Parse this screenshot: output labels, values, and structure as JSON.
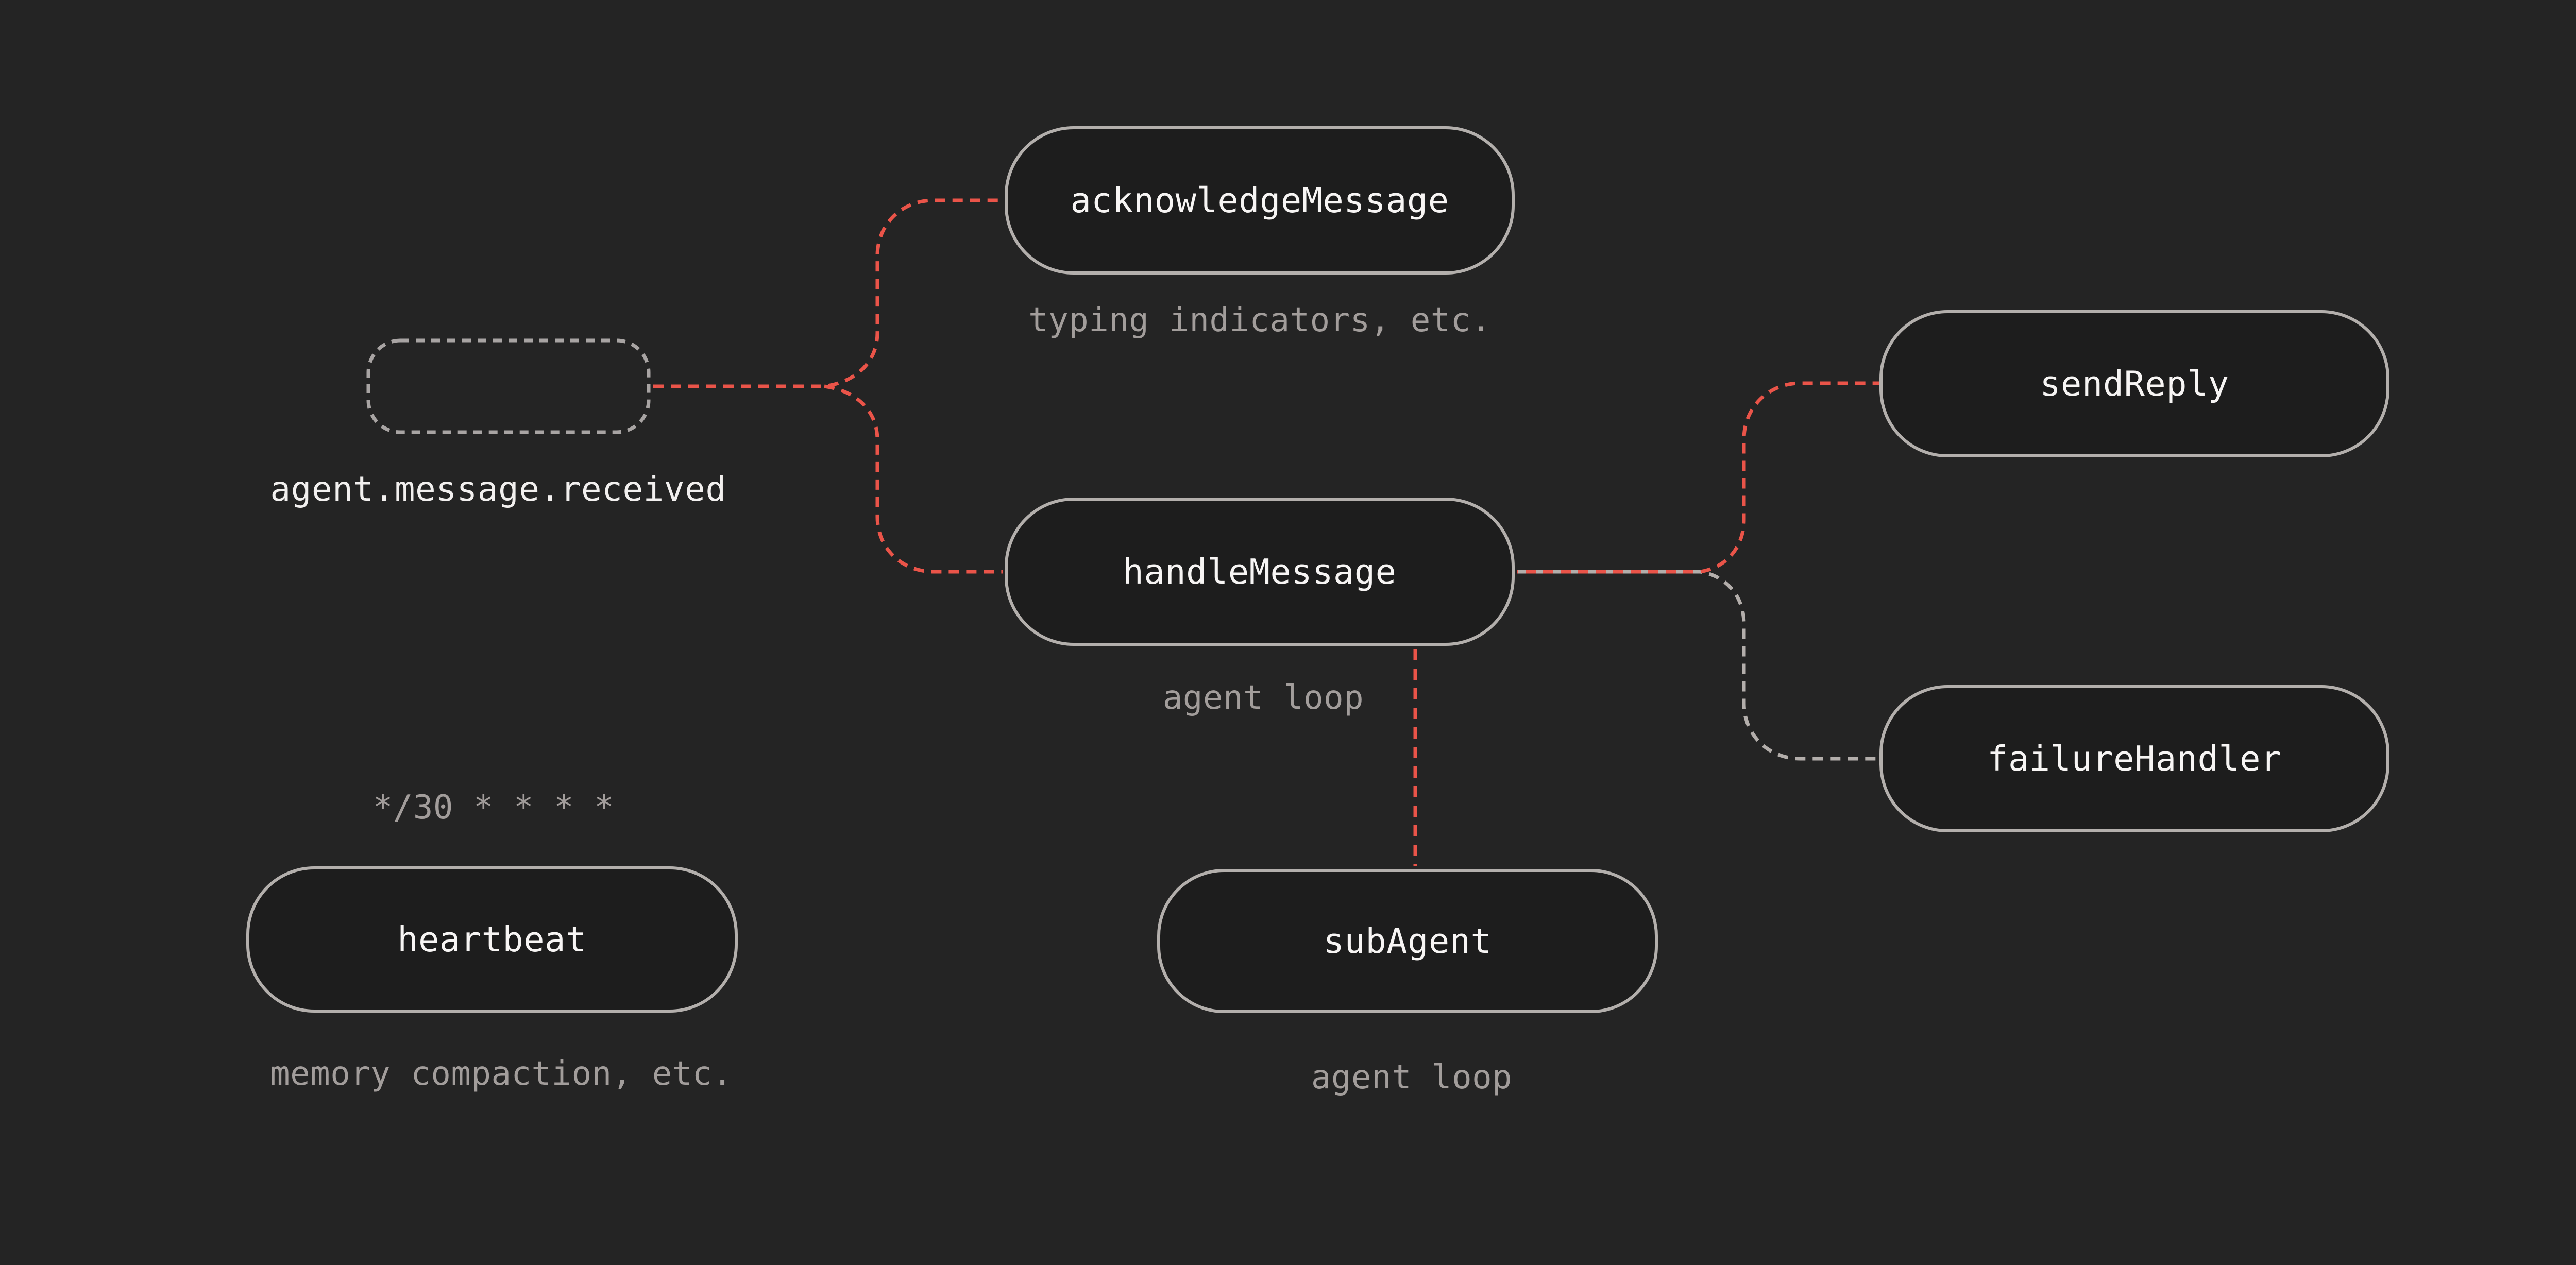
{
  "diagram": {
    "colors": {
      "background": "#242424",
      "node_fill": "#1d1d1d",
      "node_border": "#b3afac",
      "ghost_border": "#a8a4a3",
      "edge_red": "#ea5449",
      "edge_gray": "#b3aeab",
      "caption_text": "#a29d9b",
      "label_text": "#f7f5f4"
    },
    "nodes": [
      {
        "id": "trigger",
        "label": "",
        "caption": "agent.message.received",
        "style": "dashed-ghost"
      },
      {
        "id": "acknowledgeMessage",
        "label": "acknowledgeMessage",
        "caption": "typing indicators, etc."
      },
      {
        "id": "handleMessage",
        "label": "handleMessage",
        "caption": "agent loop"
      },
      {
        "id": "sendReply",
        "label": "sendReply"
      },
      {
        "id": "failureHandler",
        "label": "failureHandler"
      },
      {
        "id": "heartbeat",
        "label": "heartbeat",
        "schedule": "*/30 * * * *",
        "caption": "memory compaction, etc."
      },
      {
        "id": "subAgent",
        "label": "subAgent",
        "caption": "agent loop"
      }
    ],
    "edges": [
      {
        "from": "trigger",
        "to": "acknowledgeMessage",
        "color": "red",
        "style": "dashed"
      },
      {
        "from": "trigger",
        "to": "handleMessage",
        "color": "red",
        "style": "dashed"
      },
      {
        "from": "handleMessage",
        "to": "sendReply",
        "color": "red",
        "style": "dashed"
      },
      {
        "from": "handleMessage",
        "to": "failureHandler",
        "color": "gray",
        "style": "dashed"
      },
      {
        "from": "handleMessage",
        "to": "subAgent",
        "color": "red",
        "style": "dashed"
      }
    ]
  }
}
